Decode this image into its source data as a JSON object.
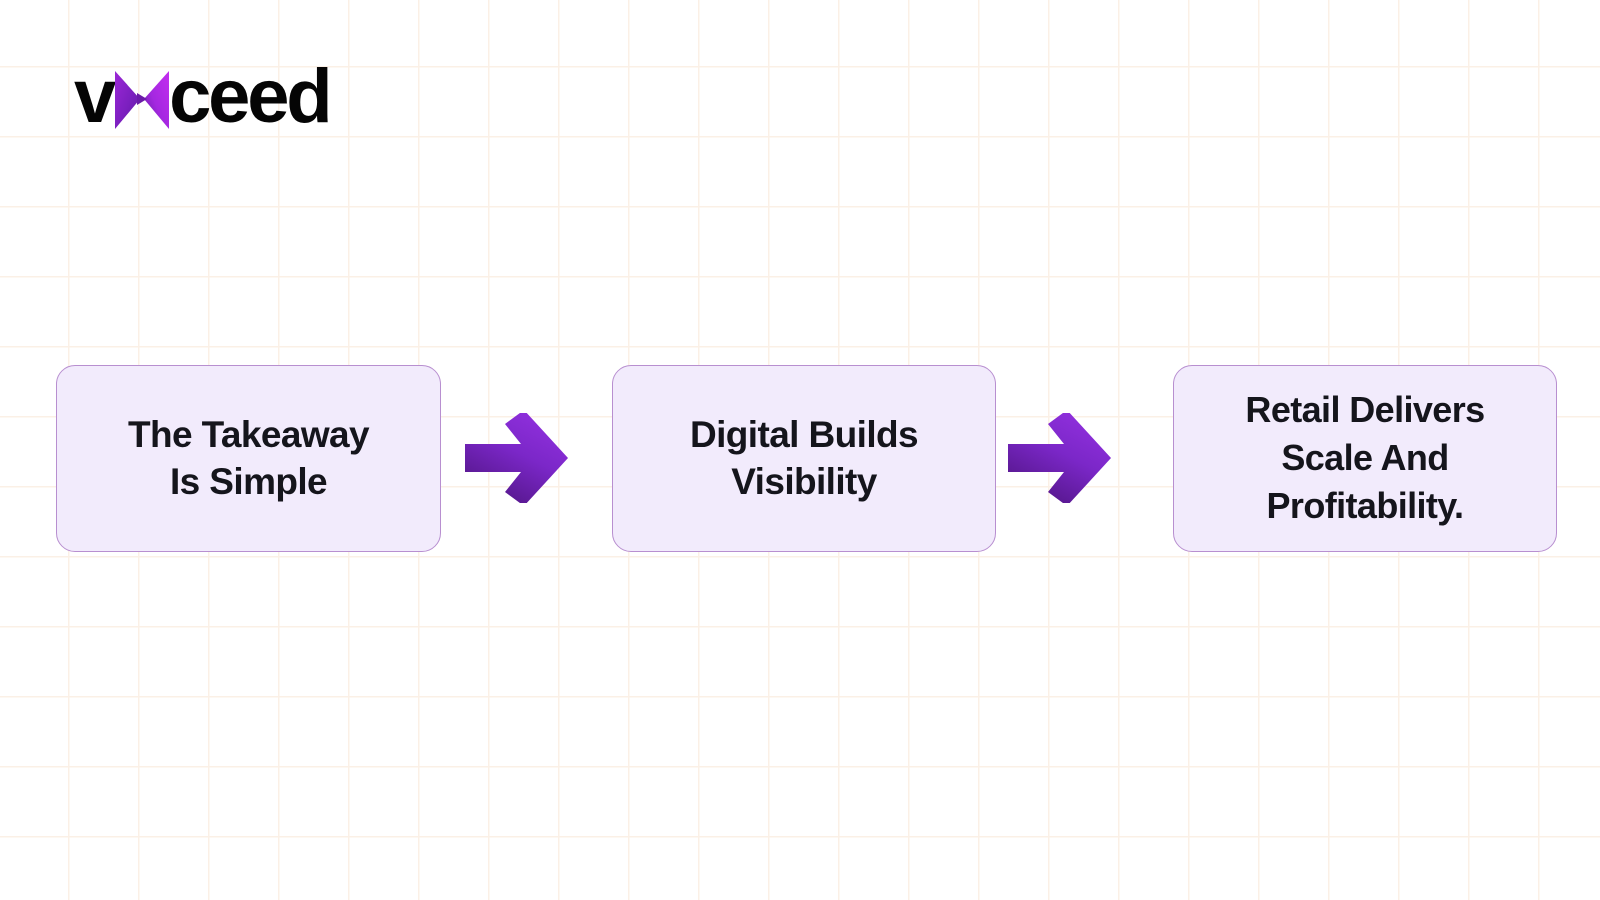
{
  "brand": {
    "logo_text_pre": "v",
    "logo_mark": "x-bowtie-icon",
    "logo_text_post": "ceed",
    "logo_color_dark": "#050505",
    "logo_mark_color_left": "#7B1FBF",
    "logo_mark_color_right": "#C42EF0"
  },
  "theme": {
    "page_background": "#ffffff",
    "grid_line_color": "#fbf0e6",
    "card_fill": "#f2ebfc",
    "card_border": "#b88fd0",
    "card_text_color": "#15151c",
    "arrow_gradient_from": "#8B2FD6",
    "arrow_gradient_to": "#4E1480"
  },
  "flow": {
    "steps": [
      {
        "id": "step-1",
        "text": "The Takeaway\nIs Simple"
      },
      {
        "id": "step-2",
        "text": "Digital Builds\nVisibility"
      },
      {
        "id": "step-3",
        "text": "Retail Delivers\nScale And\nProfitability."
      }
    ],
    "connectors": [
      {
        "id": "connector-1",
        "icon": "arrow-right-icon"
      },
      {
        "id": "connector-2",
        "icon": "arrow-right-icon"
      }
    ]
  }
}
